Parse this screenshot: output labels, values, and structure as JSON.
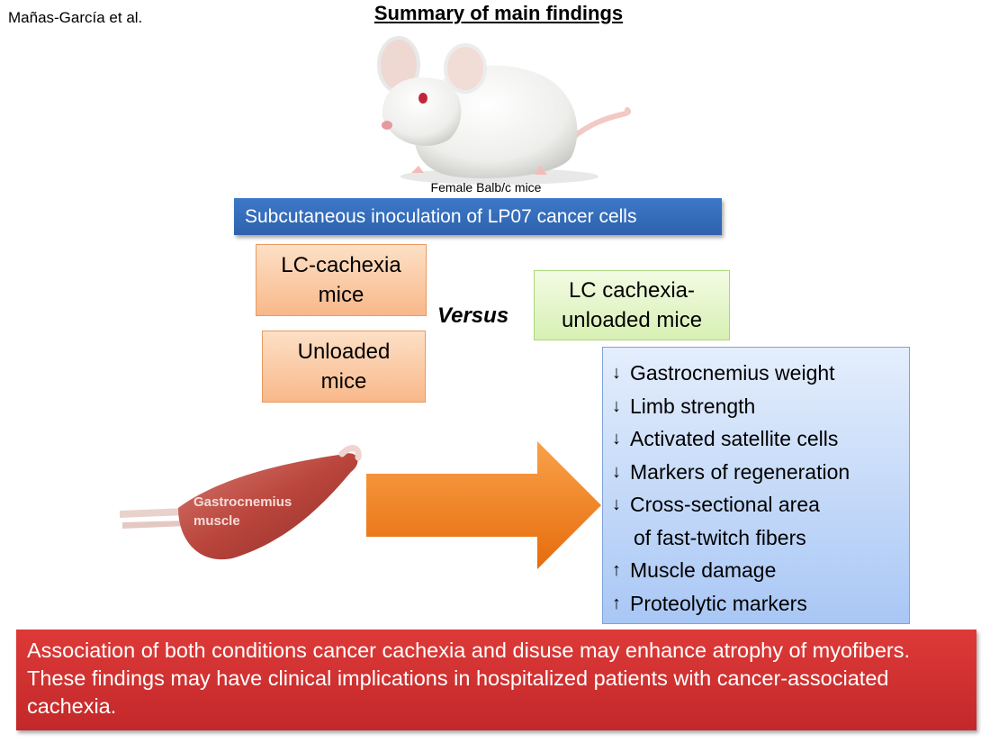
{
  "header": {
    "author": "Mañas-García et al.",
    "title": "Summary of main findings"
  },
  "mouse": {
    "caption": "Female Balb/c mice"
  },
  "inoculation": {
    "label": "Subcutaneous inoculation of LP07 cancer cells"
  },
  "groups": {
    "lc_cachexia": [
      "LC-cachexia",
      "mice"
    ],
    "unloaded": [
      "Unloaded",
      "mice"
    ],
    "versus": "Versus",
    "lc_cachexia_unloaded": [
      "LC cachexia-",
      "unloaded mice"
    ]
  },
  "muscle": {
    "label": [
      "Gastrocnemius",
      "muscle"
    ]
  },
  "findings": {
    "items": [
      {
        "direction": "down",
        "text": "Gastrocnemius weight"
      },
      {
        "direction": "down",
        "text": "Limb strength"
      },
      {
        "direction": "down",
        "text": "Activated satellite cells"
      },
      {
        "direction": "down",
        "text": "Markers of regeneration"
      },
      {
        "direction": "down",
        "text": "Cross-sectional area",
        "continuation": "of fast-twitch fibers"
      },
      {
        "direction": "up",
        "text": "Muscle damage"
      },
      {
        "direction": "up",
        "text": "Proteolytic markers"
      }
    ]
  },
  "conclusion": {
    "text": "Association of both conditions cancer cachexia and disuse may enhance atrophy of myofibers. These findings may have clinical implications in hospitalized patients with cancer-associated cachexia."
  },
  "colors": {
    "inoculation_box": "#2e62ad",
    "orange_box": "#f8b88a",
    "green_box": "#d7f0b3",
    "findings_box": "#a9c7f5",
    "conclusion_box": "#c3282a",
    "big_arrow": "#f07f1a"
  }
}
